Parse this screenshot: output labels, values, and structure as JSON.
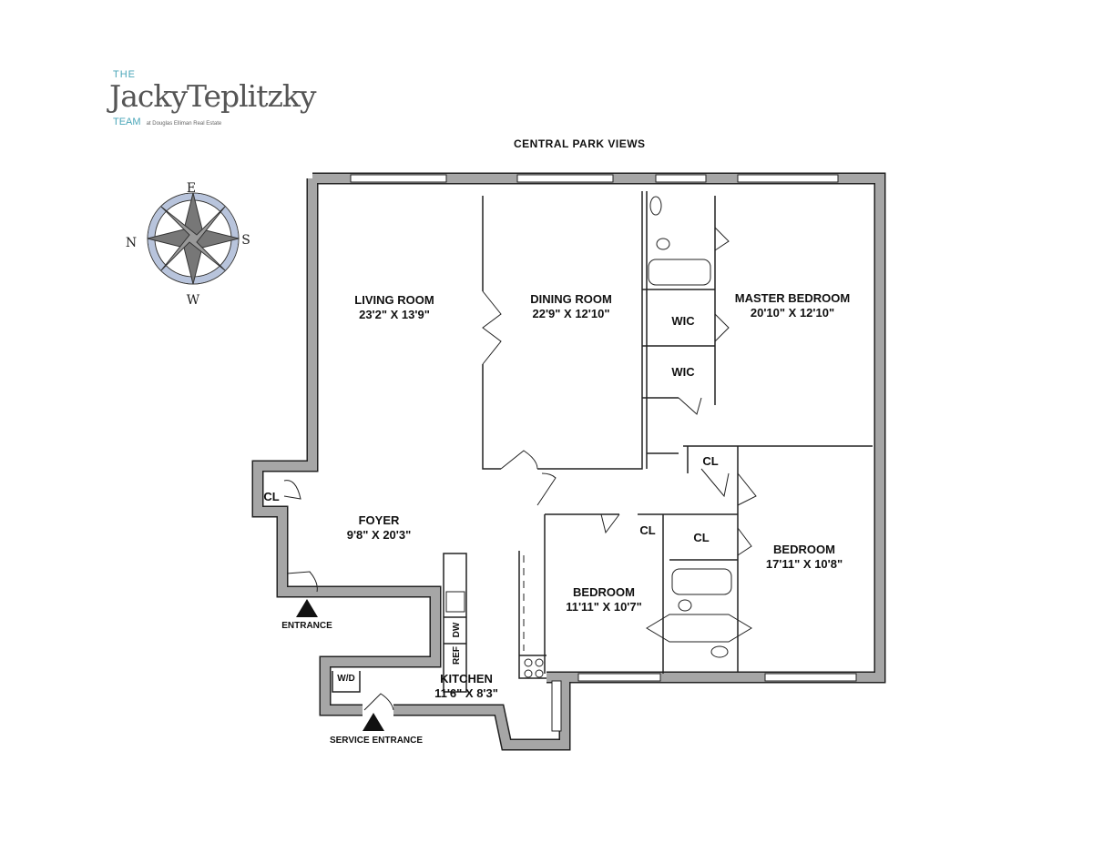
{
  "logo": {
    "the": "THE",
    "name": "JackyTeplitzky",
    "team": "TEAM",
    "sub": "at Douglas Elliman Real Estate"
  },
  "title": "CENTRAL PARK VIEWS",
  "compass": {
    "e": "E",
    "s": "S",
    "w": "W",
    "n": "N"
  },
  "rooms": {
    "living": {
      "name": "LIVING ROOM",
      "size": "23'2\" X 13'9\""
    },
    "dining": {
      "name": "DINING ROOM",
      "size": "22'9\" X 12'10\""
    },
    "master": {
      "name": "MASTER BEDROOM",
      "size": "20'10\" X 12'10\""
    },
    "foyer": {
      "name": "FOYER",
      "size": "9'8\" X 20'3\""
    },
    "bedroom1": {
      "name": "BEDROOM",
      "size": "11'11\" X 10'7\""
    },
    "bedroom2": {
      "name": "BEDROOM",
      "size": "17'11\" X 10'8\""
    },
    "kitchen": {
      "name": "KITCHEN",
      "size": "11'6\" X 8'3\""
    }
  },
  "labels": {
    "wic1": "WIC",
    "wic2": "WIC",
    "cl_foyer": "CL",
    "cl_hall": "CL",
    "cl_bed1": "CL",
    "cl_bath": "CL",
    "wd": "W/D",
    "dw": "DW",
    "ref": "REF",
    "entrance": "ENTRANCE",
    "service_entrance": "SERVICE ENTRANCE"
  },
  "colors": {
    "wall": "#a6a6a6",
    "accent": "#4aa6b8"
  }
}
